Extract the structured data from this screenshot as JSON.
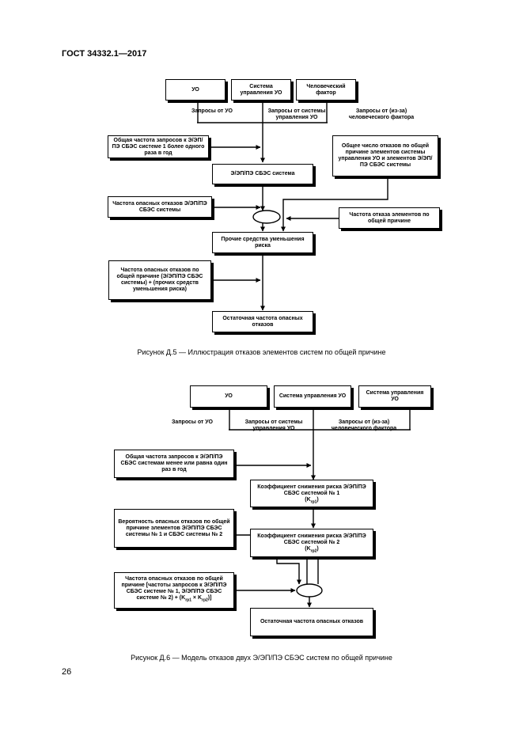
{
  "header": {
    "standard": "ГОСТ 34332.1—2017"
  },
  "page_number": "26",
  "figure_d5": {
    "caption": "Рисунок Д.5 — Иллюстрация отказов элементов систем по общей причине",
    "boxes": {
      "uo": "УО",
      "control_system": "Система управления УО",
      "human_factor": "Человеческий фактор",
      "total_demand_freq": "Общая частота запросов к Э/ЭП/ПЭ СБЭС системе 1 более одного раза в год",
      "common_cause_freq": "Общее число отказов по общей причине элементов системы управления УО и элементов Э/ЭП/ПЭ СБЭС системы",
      "sbes_system": "Э/ЭП/ПЭ СБЭС система",
      "dangerous_failure_freq": "Частота опасных отказов Э/ЭП/ПЭ СБЭС системы",
      "ccf_element_freq": "Частота отказа элементов по общей причине",
      "other_risk_reduction": "Прочие средства уменьшения риска",
      "combined_freq": "Частота опасных отказов по общей причине (Э/ЭП/ПЭ СБЭС системы) + (прочих средств уменьшения риска)",
      "residual_freq": "Остаточная частота опасных отказов"
    },
    "labels": {
      "demands_uo": "Запросы от УО",
      "demands_control": "Запросы от системы управления УО",
      "demands_human": "Запросы от (из-за) человеческого фактора"
    }
  },
  "figure_d6": {
    "caption": "Рисунок Д.6 — Модель отказов двух Э/ЭП/ПЭ СБЭС систем по общей причине",
    "boxes": {
      "uo": "УО",
      "control_system": "Система управления УО",
      "control_system_2": "Система управления УО",
      "total_demand_freq": "Общая частота запросов к Э/ЭП/ПЭ СБЭС системам менее или равна один раз в год",
      "rrf1_text": "Коэффициент снижения риска Э/ЭП/ПЭ СБЭС системой № 1",
      "rrf1_symbol": "(K",
      "rrf1_sub": "rp1",
      "rrf2_text": "Коэффициент снижения риска Э/ЭП/ПЭ СБЭС системой № 2",
      "rrf2_symbol": "(K",
      "rrf2_sub": "rp2",
      "ccf_probability": "Вероятность опасных отказов по общей причине элементов Э/ЭП/ПЭ СБЭС системы № 1 и СБЭС системы № 2",
      "combined_freq_text": "Частота опасных отказов по общей причине [частоты запросов к Э/ЭП/ПЭ СБЭС системе № 1, Э/ЭП/ПЭ СБЭС системе № 2) + (K",
      "combined_sub1": "rp1",
      "combined_mult": " × K",
      "combined_sub2": "rp2",
      "combined_close": ")]",
      "residual_freq": "Остаточная частота опасных отказов"
    },
    "labels": {
      "demands_uo": "Запросы от УО",
      "demands_control": "Запросы от системы управления УО",
      "demands_human": "Запросы от (из-за) человеческого фактора"
    }
  }
}
